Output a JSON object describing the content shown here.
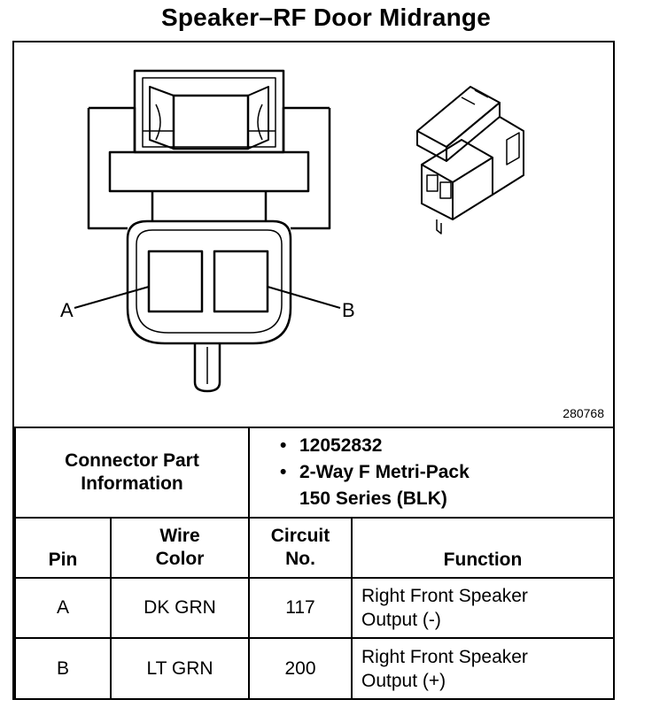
{
  "title": "Speaker–RF Door Midrange",
  "figure": {
    "number": "280768",
    "pin_labels": [
      "A",
      "B"
    ]
  },
  "connector_info": {
    "label_line1": "Connector Part",
    "label_line2": "Information",
    "part_number": "12052832",
    "description_line1": "2-Way F Metri-Pack",
    "description_line2": "150 Series (BLK)"
  },
  "headers": {
    "pin": "Pin",
    "wire_color_line1": "Wire",
    "wire_color_line2": "Color",
    "circuit_line1": "Circuit",
    "circuit_line2": "No.",
    "function": "Function"
  },
  "rows": [
    {
      "pin": "A",
      "wire_color": "DK GRN",
      "circuit": "117",
      "function_line1": "Right Front Speaker",
      "function_line2": "Output (-)"
    },
    {
      "pin": "B",
      "wire_color": "LT GRN",
      "circuit": "200",
      "function_line1": "Right Front Speaker",
      "function_line2": "Output (+)"
    }
  ]
}
